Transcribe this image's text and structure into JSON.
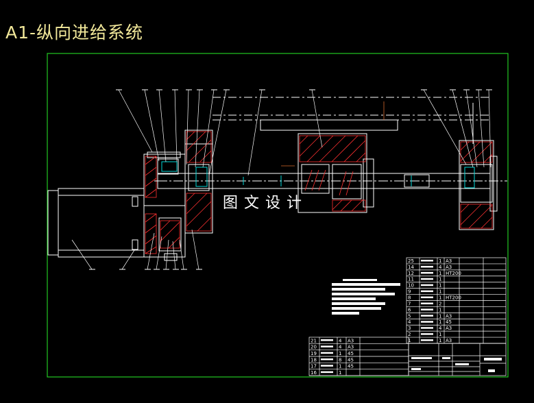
{
  "title": "A1-纵向进给系统",
  "watermark": "图文设计",
  "colors": {
    "frame": "#22c922",
    "outline": "#ffffff",
    "hatch": "#ff3030",
    "leader": "#ffffff",
    "title_text": "#f2e89a",
    "cyan": "#00d8d8",
    "dim": "#d86a2c"
  },
  "bom_rows": [
    {
      "no": "25",
      "name": "",
      "qty": "1",
      "mat": "A3"
    },
    {
      "no": "14",
      "name": "",
      "qty": "4",
      "mat": "A3"
    },
    {
      "no": "12",
      "name": "",
      "qty": "1",
      "mat": "HT200"
    },
    {
      "no": "11",
      "name": "",
      "qty": "1",
      "mat": ""
    },
    {
      "no": "10",
      "name": "",
      "qty": "1",
      "mat": ""
    },
    {
      "no": "9",
      "name": "",
      "qty": "1",
      "mat": ""
    },
    {
      "no": "8",
      "name": "",
      "qty": "1",
      "mat": "HT200"
    },
    {
      "no": "7",
      "name": "",
      "qty": "2",
      "mat": ""
    },
    {
      "no": "6",
      "name": "",
      "qty": "1",
      "mat": ""
    },
    {
      "no": "5",
      "name": "",
      "qty": "1",
      "mat": "A3"
    },
    {
      "no": "4",
      "name": "",
      "qty": "1",
      "mat": "45"
    },
    {
      "no": "3",
      "name": "",
      "qty": "4",
      "mat": "A3"
    },
    {
      "no": "2",
      "name": "",
      "qty": "1",
      "mat": ""
    },
    {
      "no": "1",
      "name": "",
      "qty": "1",
      "mat": "A3"
    }
  ],
  "bom_left_rows": [
    {
      "no": "21",
      "name": "",
      "qty": "4",
      "mat": "A3"
    },
    {
      "no": "20",
      "name": "",
      "qty": "4",
      "mat": "A3"
    },
    {
      "no": "19",
      "name": "",
      "qty": "1",
      "mat": "45"
    },
    {
      "no": "18",
      "name": "",
      "qty": "8",
      "mat": "45"
    },
    {
      "no": "17",
      "name": "",
      "qty": "1",
      "mat": "45"
    },
    {
      "no": "16",
      "name": "",
      "qty": "1",
      "mat": ""
    }
  ]
}
